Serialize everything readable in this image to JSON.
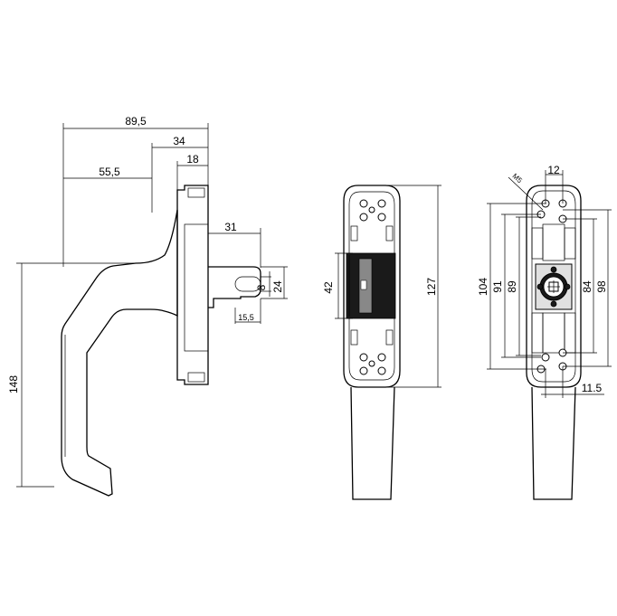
{
  "dimensions": {
    "side_view": {
      "overall_depth": "89,5",
      "base_depth": "34",
      "base_flange": "18",
      "lever_offset": "55,5",
      "spindle_length": "31",
      "spindle_square": "8",
      "spindle_height": "24",
      "spindle_step": "15,5",
      "lever_length": "148"
    },
    "front_view": {
      "insert_height": "42",
      "rosette_height": "127"
    },
    "back_view": {
      "hole_spacing_width": "12",
      "thread": "M5",
      "outer_104": "104",
      "outer_91": "91",
      "outer_89": "89",
      "inner_84": "84",
      "inner_98": "98",
      "hole_offset": "11.5"
    }
  }
}
